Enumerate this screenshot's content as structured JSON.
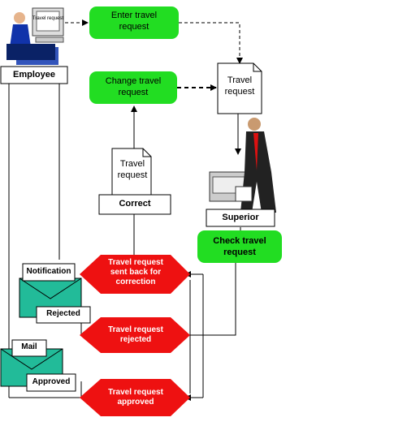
{
  "nodes": {
    "enter": "Enter travel request",
    "change": "Change travel request",
    "travel_request_top": "Travel request",
    "travel_request_left": "Travel request",
    "correct": "Correct",
    "employee": "Employee",
    "superior": "Superior",
    "check": "Check travel request",
    "notification": "Notification",
    "rejected_env": "Rejected",
    "mail": "Mail",
    "approved_env": "Approved",
    "sent_back": "Travel request sent back for correction",
    "rejected_event": "Travel request rejected",
    "approved_event": "Travel request approved",
    "screen_text": "Travel request"
  },
  "colors": {
    "function_green": "#22dd22",
    "event_red": "#ee1111",
    "envelope_teal": "#22bb99",
    "black": "#000000",
    "white": "#ffffff"
  }
}
